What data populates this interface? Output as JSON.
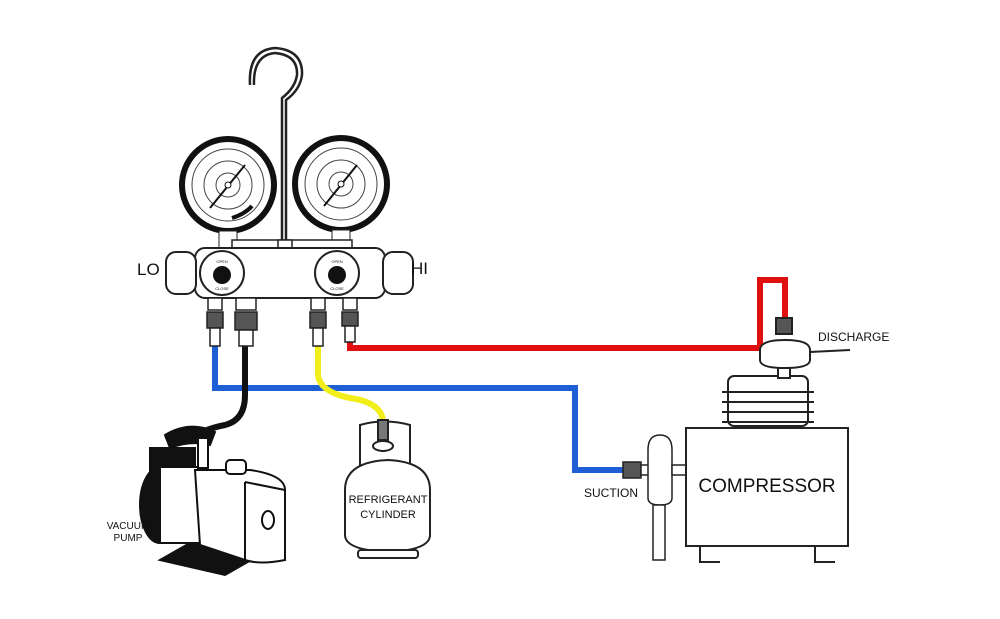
{
  "labels": {
    "lo": "LO",
    "hi": "HI",
    "discharge": "DISCHARGE",
    "suction": "SUCTION",
    "compressor": "COMPRESSOR",
    "vacuum_pump_line1": "VACUUM",
    "vacuum_pump_line2": "PUMP",
    "cylinder_line1": "REFRIGERANT",
    "cylinder_line2": "CYLINDER",
    "knob_open": "OPEN",
    "knob_close": "CLOSE"
  },
  "colors": {
    "low_side_hose": "#1f5fd6",
    "high_side_hose": "#e01010",
    "charging_hose": "#f2ee1a",
    "vacuum_hose": "#111111"
  }
}
